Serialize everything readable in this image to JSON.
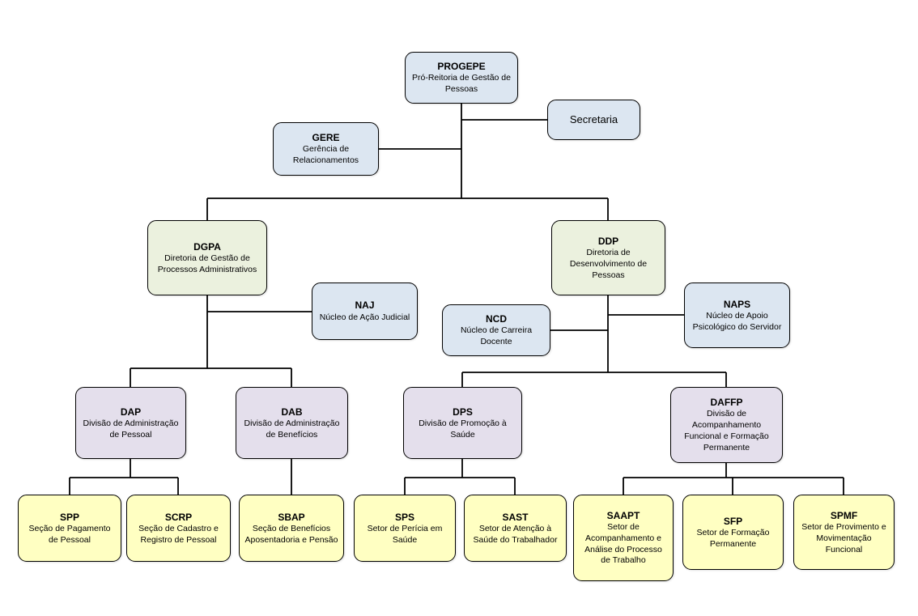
{
  "colors": {
    "node-blue": "#dce6f1",
    "node-green": "#ebf1de",
    "node-purple": "#e4dfec",
    "node-yellow": "#ffffc2",
    "line": "#000000"
  },
  "nodes": {
    "progepe": {
      "code": "PROGEPE",
      "label": "Pró-Reitoria de Gestão de Pessoas"
    },
    "secretaria": {
      "label": "Secretaria"
    },
    "gere": {
      "code": "GERE",
      "label": "Gerência de Relacionamentos"
    },
    "dgpa": {
      "code": "DGPA",
      "label": "Diretoria de Gestão de Processos Administrativos"
    },
    "ddp": {
      "code": "DDP",
      "label": "Diretoria de Desenvolvimento de Pessoas"
    },
    "naj": {
      "code": "NAJ",
      "label": "Núcleo de Ação Judicial"
    },
    "ncd": {
      "code": "NCD",
      "label": "Núcleo de Carreira Docente"
    },
    "naps": {
      "code": "NAPS",
      "label": "Núcleo de Apoio Psicológico do Servidor"
    },
    "dap": {
      "code": "DAP",
      "label": "Divisão de Administração de Pessoal"
    },
    "dab": {
      "code": "DAB",
      "label": "Divisão de Administração de Benefícios"
    },
    "dps": {
      "code": "DPS",
      "label": "Divisão de Promoção à Saúde"
    },
    "daffp": {
      "code": "DAFFP",
      "label": "Divisão de Acompanhamento Funcional e Formação Permanente"
    },
    "spp": {
      "code": "SPP",
      "label": "Seção de Pagamento de Pessoal"
    },
    "scrp": {
      "code": "SCRP",
      "label": "Seção de Cadastro e Registro de Pessoal"
    },
    "sbap": {
      "code": "SBAP",
      "label": "Seção de Benefícios Aposentadoria e Pensão"
    },
    "sps": {
      "code": "SPS",
      "label": "Setor de Perícia em Saúde"
    },
    "sast": {
      "code": "SAST",
      "label": "Setor de Atenção à Saúde do Trabalhador"
    },
    "saapt": {
      "code": "SAAPT",
      "label": "Setor de Acompanhamento e Análise do Processo de Trabalho"
    },
    "sfp": {
      "code": "SFP",
      "label": "Setor de Formação Permanente"
    },
    "spmf": {
      "code": "SPMF",
      "label": "Setor de Provimento e Movimentação Funcional"
    }
  },
  "edges": [
    {
      "from": "progepe",
      "to": "secretaria"
    },
    {
      "from": "progepe",
      "to": "gere"
    },
    {
      "from": "progepe",
      "to": "dgpa"
    },
    {
      "from": "progepe",
      "to": "ddp"
    },
    {
      "from": "dgpa",
      "to": "naj"
    },
    {
      "from": "dgpa",
      "to": "dap"
    },
    {
      "from": "dgpa",
      "to": "dab"
    },
    {
      "from": "ddp",
      "to": "ncd"
    },
    {
      "from": "ddp",
      "to": "naps"
    },
    {
      "from": "ddp",
      "to": "dps"
    },
    {
      "from": "ddp",
      "to": "daffp"
    },
    {
      "from": "dap",
      "to": "spp"
    },
    {
      "from": "dap",
      "to": "scrp"
    },
    {
      "from": "dab",
      "to": "sbap"
    },
    {
      "from": "dps",
      "to": "sps"
    },
    {
      "from": "dps",
      "to": "sast"
    },
    {
      "from": "daffp",
      "to": "saapt"
    },
    {
      "from": "daffp",
      "to": "sfp"
    },
    {
      "from": "daffp",
      "to": "spmf"
    }
  ]
}
